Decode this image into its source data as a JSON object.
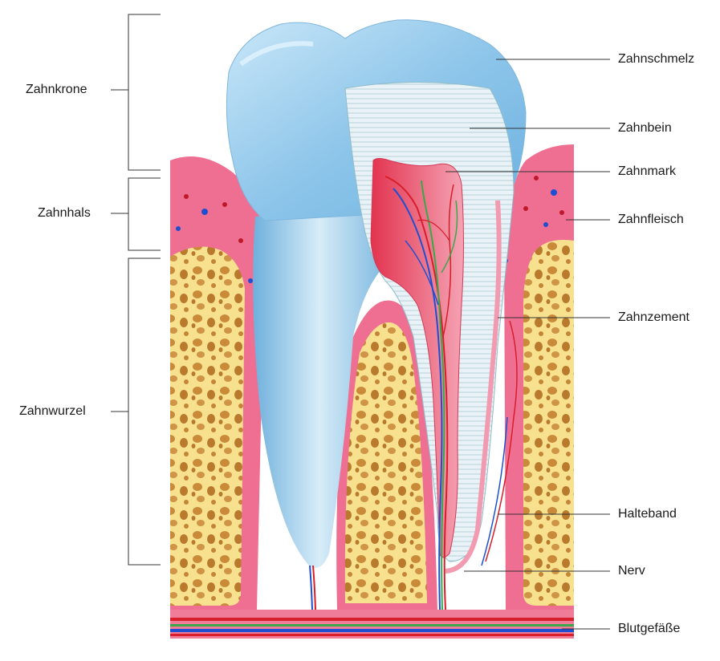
{
  "left_labels": {
    "crown": "Zahnkrone",
    "neck": "Zahnhals",
    "root": "Zahnwurzel"
  },
  "right_labels": {
    "enamel": "Zahnschmelz",
    "dentin": "Zahnbein",
    "pulp": "Zahnmark",
    "gum": "Zahnfleisch",
    "cementum": "Zahnzement",
    "ligament": "Halteband",
    "nerve": "Nerv",
    "vessels": "Blutgefäße"
  },
  "colors": {
    "enamel": "#9fd0ee",
    "dentin": "#e6f1f6",
    "pulp": "#ea5d78",
    "gum": "#ef6f92",
    "bone": "#f6e08a",
    "bone_pores": "#c98a3a",
    "artery": "#d81e2a",
    "vein": "#1f4fd0",
    "nerve": "#3aa84a"
  }
}
